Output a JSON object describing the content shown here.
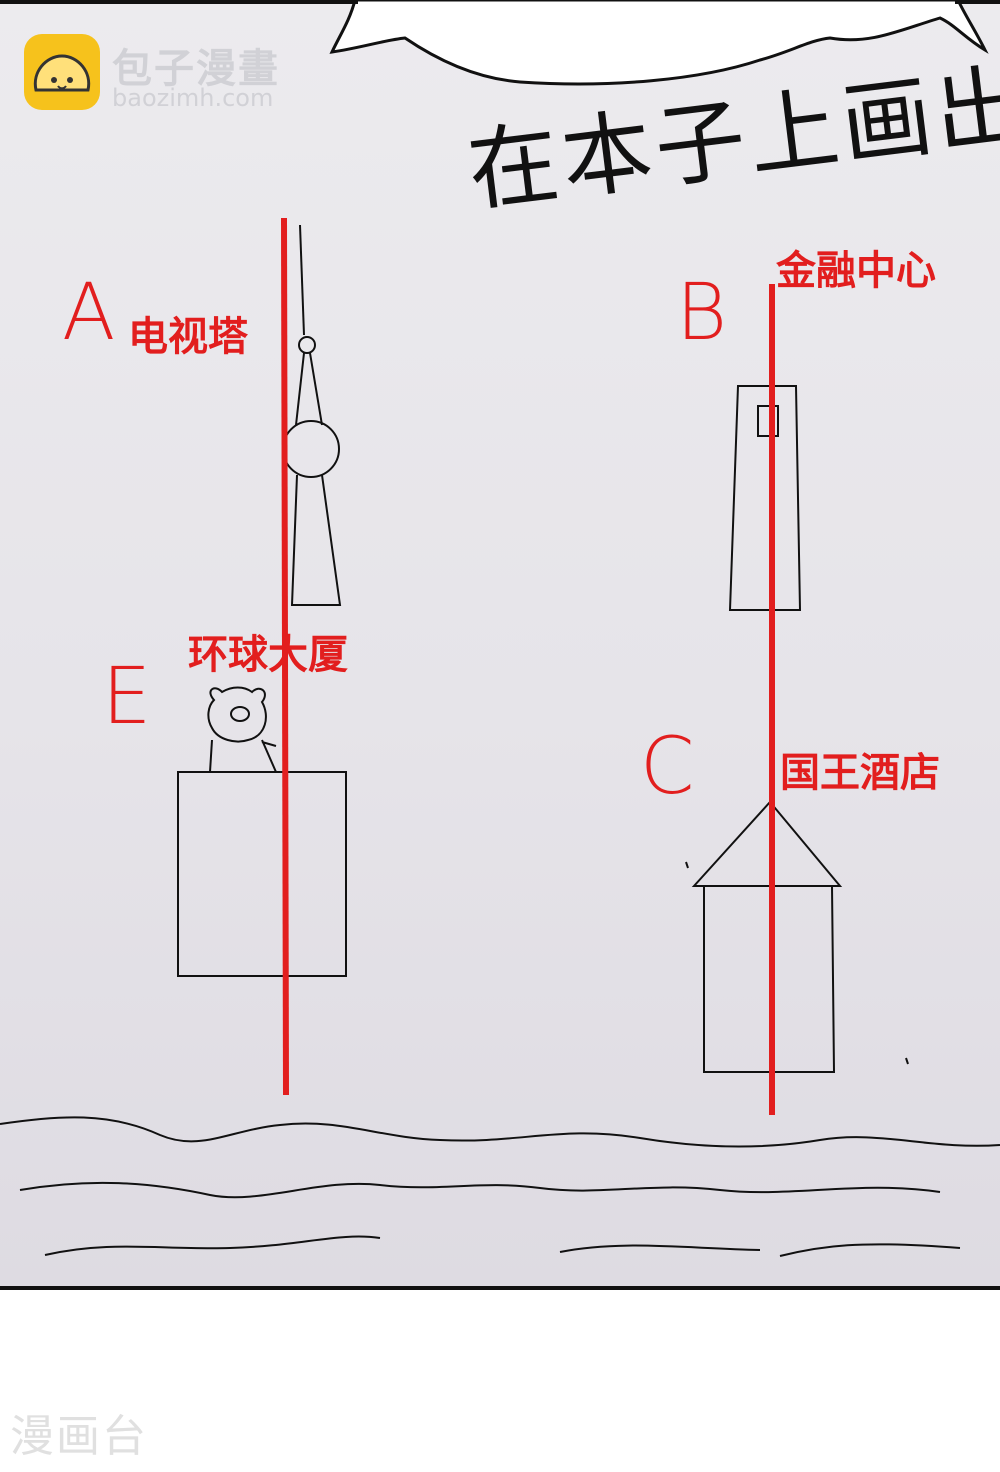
{
  "watermark": {
    "brand_cn": "包子漫畫",
    "brand_url": "baozimh.com",
    "footer": "漫画台"
  },
  "caption": "在本子上画出",
  "labels": {
    "a": {
      "letter": "A",
      "name": "电视塔"
    },
    "b": {
      "letter": "B",
      "name": "金融中心"
    },
    "c": {
      "letter": "C",
      "name": "国王酒店"
    },
    "e": {
      "letter": "E",
      "name": "环球大厦"
    }
  },
  "colors": {
    "ink": "#111111",
    "red": "#e21e1e",
    "logo": "#f6c21c"
  }
}
